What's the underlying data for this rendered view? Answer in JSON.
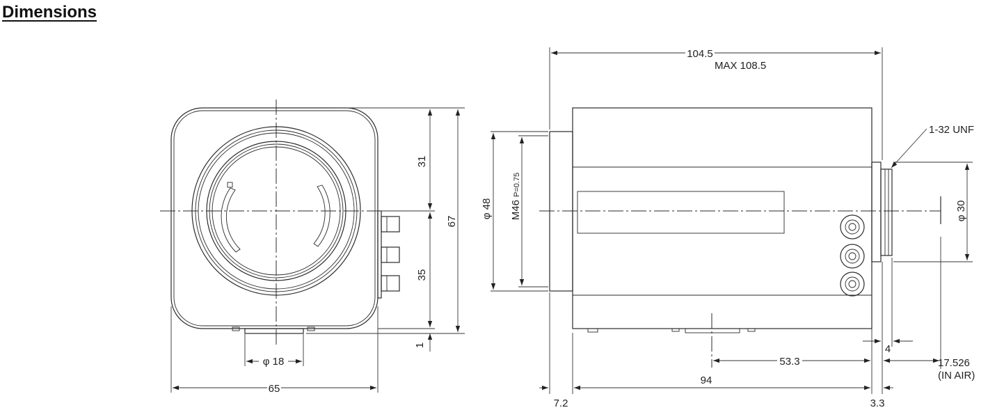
{
  "heading": "Dimensions",
  "front_view": {
    "dims": {
      "top_half": "31",
      "bottom_half": "35",
      "height": "67",
      "bottom_offset": "1",
      "mount_dia": "φ 18",
      "width": "65"
    }
  },
  "side_view": {
    "dims": {
      "length": "104.5",
      "length_max": "MAX 108.5",
      "lens_dia": "φ 48",
      "lens_thread": "M46",
      "lens_pitch": "P=0.75",
      "mount_thread": "1-32 UNF",
      "mount_dia": "φ 30",
      "flange": "4",
      "mount_to_center": "53.3",
      "body_length": "94",
      "back_focus": "17.526",
      "back_focus_note": "(IN AIR)",
      "front_ring": "7.2",
      "rear_ring": "3.3"
    }
  }
}
